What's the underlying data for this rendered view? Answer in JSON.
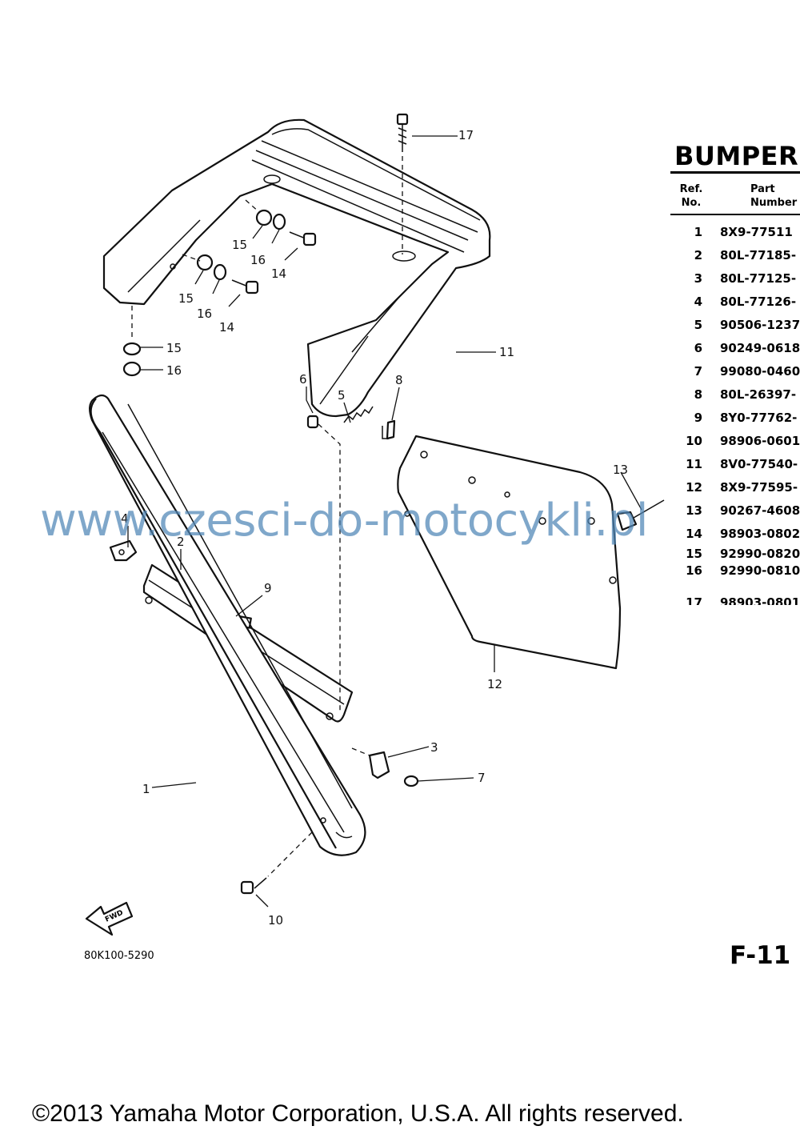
{
  "title": "BUMPER",
  "table_header": {
    "ref": "Ref.\nNo.",
    "part": "Part\nNumber"
  },
  "parts": [
    {
      "ref": "1",
      "part_number": "8X9-77511"
    },
    {
      "ref": "2",
      "part_number": "80L-77185-"
    },
    {
      "ref": "3",
      "part_number": "80L-77125-"
    },
    {
      "ref": "4",
      "part_number": "80L-77126-"
    },
    {
      "ref": "5",
      "part_number": "90506-1237"
    },
    {
      "ref": "6",
      "part_number": "90249-0618"
    },
    {
      "ref": "7",
      "part_number": "99080-0460"
    },
    {
      "ref": "8",
      "part_number": "80L-26397-"
    },
    {
      "ref": "9",
      "part_number": "8Y0-77762-"
    },
    {
      "ref": "10",
      "part_number": "98906-0601"
    },
    {
      "ref": "11",
      "part_number": "8V0-77540-"
    },
    {
      "ref": "12",
      "part_number": "8X9-77595-"
    },
    {
      "ref": "13",
      "part_number": "90267-4608"
    },
    {
      "ref": "14",
      "part_number": "98903-0802"
    },
    {
      "ref": "15",
      "part_number": "92990-0820"
    },
    {
      "ref": "16",
      "part_number": "92990-0810"
    },
    {
      "ref": "17",
      "part_number": "98903-0801"
    }
  ],
  "callouts": {
    "c1": "1",
    "c2": "2",
    "c3": "3",
    "c4": "4",
    "c5": "5",
    "c6": "6",
    "c7": "7",
    "c8": "8",
    "c9": "9",
    "c10": "10",
    "c11": "11",
    "c12": "12",
    "c13": "13",
    "c14a": "14",
    "c14b": "14",
    "c15a": "15",
    "c15b": "15",
    "c15c": "15",
    "c16a": "16",
    "c16b": "16",
    "c16c": "16",
    "c17": "17"
  },
  "fwd_label": "FWD",
  "illustration_code": "80K100-5290",
  "page_code": "F-11",
  "watermark": "www.czesci-do-motocykli.pl",
  "copyright": "©2013 Yamaha Motor Corporation, U.S.A. All rights reserved."
}
